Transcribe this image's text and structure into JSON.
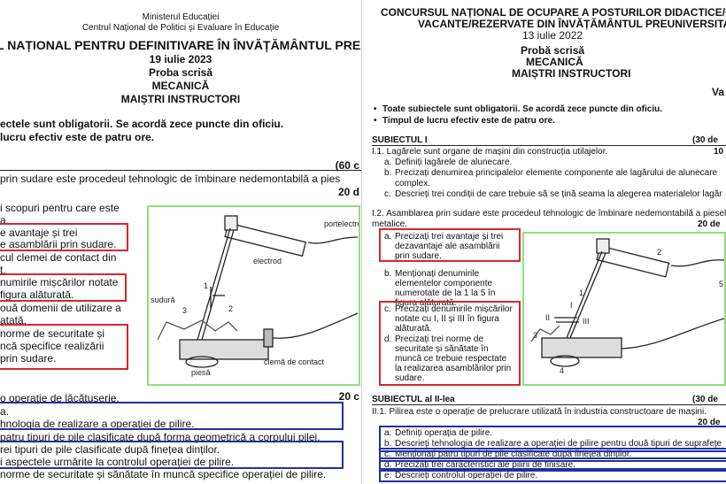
{
  "left": {
    "ministry": "Ministerul Educației",
    "center": "Centrul Național de Politici și Evaluare în Educație",
    "exam_title": "L NAȚIONAL PENTRU DEFINITIVARE ÎN ÎNVĂȚĂMÂNTUL PREUNIVERSIT",
    "date": "19 iulie 2023",
    "exam_type": "Proba scrisă",
    "subject": "MECANICĂ",
    "subtitle": "MAIȘTRI INSTRUCTORI",
    "rule1": "ectele sunt obligatorii. Se acordă zece puncte din oficiu.",
    "rule2": "lucru efectiv este de patru ore.",
    "section_points": "(60 c",
    "intro": "prin sudare este procedeul tehnologic de îmbinare nedemontabilă a pies",
    "pts1": "20 d",
    "items1": [
      "i scopuri pentru care este",
      "a.",
      "e avantaje și trei",
      "e asamblării prin sudare.",
      "cul clemei de contact din",
      "t.",
      "numirile mișcărilor notate",
      "figura alăturată.",
      "ouă domenii de utilizare a",
      "atată.",
      "norme de securitate și",
      "ncă specifice realizării",
      "prin sudare."
    ],
    "figure_labels": {
      "portelectrod": "portelectrod",
      "electrod": "electrod",
      "one": "1",
      "two": "2",
      "three": "3",
      "sudura": "sudură",
      "clema": "clemă de contact",
      "piesa": "piesă"
    },
    "ex2_title": "o operație de lăcătușerie.",
    "pts2": "20 c",
    "items2": [
      "a.",
      "hnologia de realizare a operației de pilire.",
      "patru tipuri de pile clasificate după forma geometrică a corpului pilei.",
      "rei tipuri de pile clasificate după finețea dinților.",
      "i aspectele urmărite la controlul operației de pilire.",
      "norme de securitate și sănătate în muncă specifice operației de pilire."
    ]
  },
  "right": {
    "header1": "CONCURSUL NAȚIONAL DE OCUPARE A POSTURILOR DIDACTICE/CATEDREL",
    "header2": "VACANTE/REZERVATE DIN ÎNVĂȚĂMÂNTUL PREUNIVERSITAR",
    "date": "13 iulie 2022",
    "exam_type": "Probă scrisă",
    "subject": "MECANICĂ",
    "subtitle": "MAIȘTRI INSTRUCTORI",
    "variant": "Va",
    "rule1": "Toate subiectele sunt obligatorii. Se acordă zece puncte din oficiu.",
    "rule2": "Timpul de lucru efectiv este de patru ore.",
    "s1_title": "SUBIECTUL I",
    "s1_pts": "(30 de",
    "i1_title": "I.1. Lagărele sunt organe de mașini din construcția utilajelor.",
    "i1_pts": "10",
    "i1_items": [
      {
        "k": "a.",
        "t": "Definiți lagărele de alunecare."
      },
      {
        "k": "b.",
        "t": "Precizați denumirea principalelor elemente componente ale lagărului de alunecare"
      },
      {
        "k": "",
        "t": "complex."
      },
      {
        "k": "c.",
        "t": "Descrieți trei condiții de care trebuie să se țină seama la alegerea materialelor lagăr"
      }
    ],
    "i2_title": "I.2. Asamblarea prin sudare este procedeul tehnologic de îmbinare nedemontabilă a piesel",
    "i2_title2": "metalice.",
    "i2_pts": "20 de",
    "i2_items": [
      {
        "k": "a.",
        "t": "Precizați trei avantaje și trei dezavantaje ale asamblării prin sudare."
      },
      {
        "k": "b.",
        "t": "Menționați denumirile elementelor componente numerotate de la 1 la 5 în figura alăturată."
      },
      {
        "k": "c.",
        "t": "Precizați denumirile mișcărilor notate cu I, II și III în figura alăturată."
      },
      {
        "k": "d.",
        "t": "Precizați trei norme de securitate și sănătate în muncă ce trebuie respectate la realizarea asamblărilor prin sudare."
      }
    ],
    "figure_labels": {
      "n1": "1",
      "n2": "2",
      "n3": "3",
      "n4": "4",
      "n5": "5",
      "r1": "I",
      "r2": "II",
      "r3": "III"
    },
    "s2_title": "SUBIECTUL al II-lea",
    "s2_pts": "(30 de",
    "ii1_title": "II.1. Pilirea este o operație de prelucrare utilizată în industria constructoare de mașini.",
    "ii1_pts": "20 de",
    "ii1_items": [
      {
        "k": "a.",
        "t": "Definiți operația de pilire."
      },
      {
        "k": "b.",
        "t": "Descrieți tehnologia de realizare a operației de pilire pentru două tipuri de suprafețe"
      },
      {
        "k": "c.",
        "t": "Menționați patru tipuri de pile clasificate după finețea dinților."
      },
      {
        "k": "d.",
        "t": "Precizați trei caracteristici ale pilirii de finisare."
      },
      {
        "k": "e.",
        "t": "Descrieți controlul operației de pilire."
      }
    ]
  }
}
